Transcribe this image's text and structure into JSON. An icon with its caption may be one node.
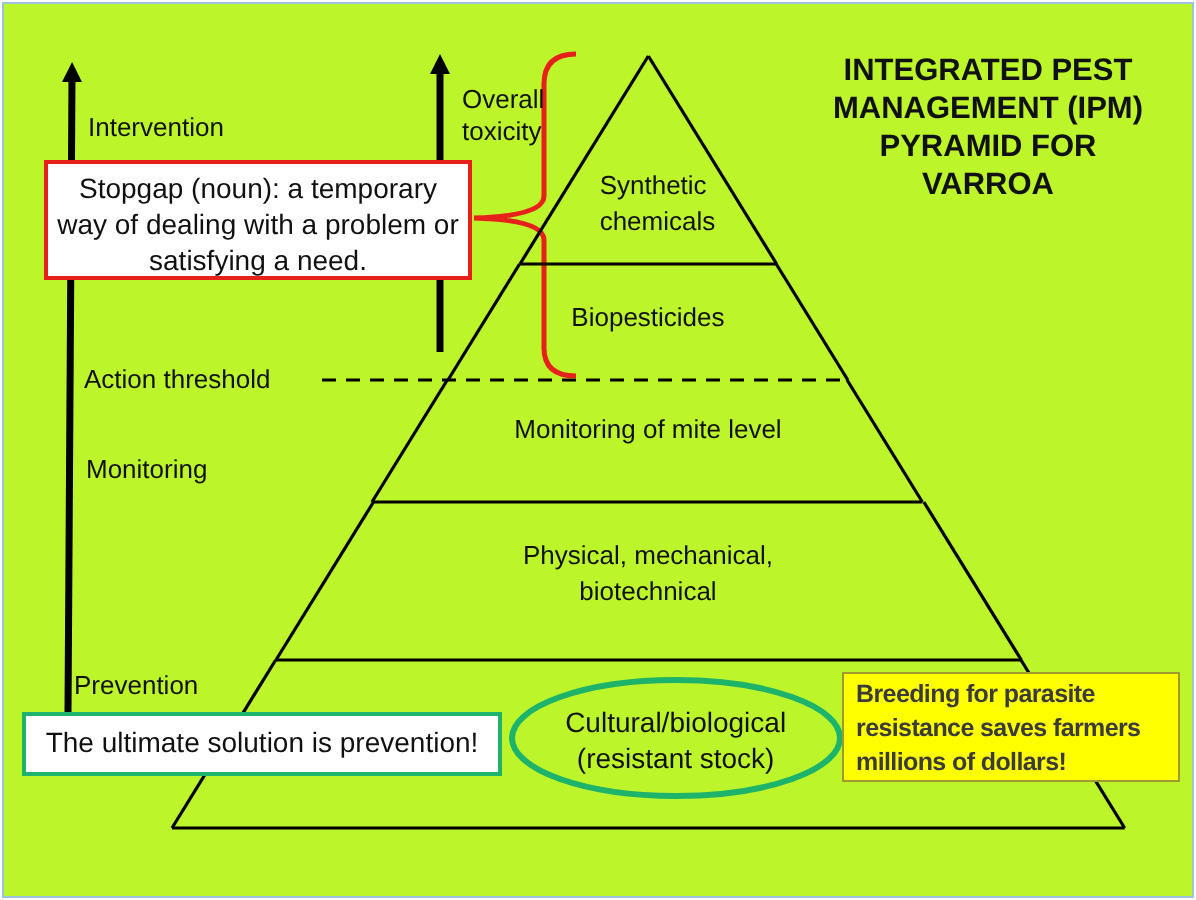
{
  "diagram": {
    "title": "INTEGRATED PEST MANAGEMENT (IPM) PYRAMID FOR VARROA",
    "nodes": [
      {
        "text": [
          "Synthetic chemicals"
        ]
      },
      {
        "text": [
          "Biopesticides"
        ]
      },
      {
        "text": [
          "Monitoring of mite level"
        ]
      },
      {
        "text": [
          "Physical, mechanical, biotechnical"
        ]
      },
      {
        "text": [],
        "shape": "band"
      },
      {
        "text": [
          "Cultural/biological (resistant stock)"
        ],
        "in": 4
      },
      {
        "text": [
          "Stopgap (noun): a temporary way of dealing with a problem or satisfying a need."
        ]
      },
      {
        "text": [
          "The ultimate solution is prevention!"
        ]
      },
      {
        "text": [
          "Breeding for parasite resistance saves farmers millions of dollars!"
        ]
      }
    ],
    "edges": [],
    "labels": [
      "Intervention",
      "Overall toxicity",
      "Action threshold",
      "Monitoring",
      "Prevention"
    ]
  }
}
